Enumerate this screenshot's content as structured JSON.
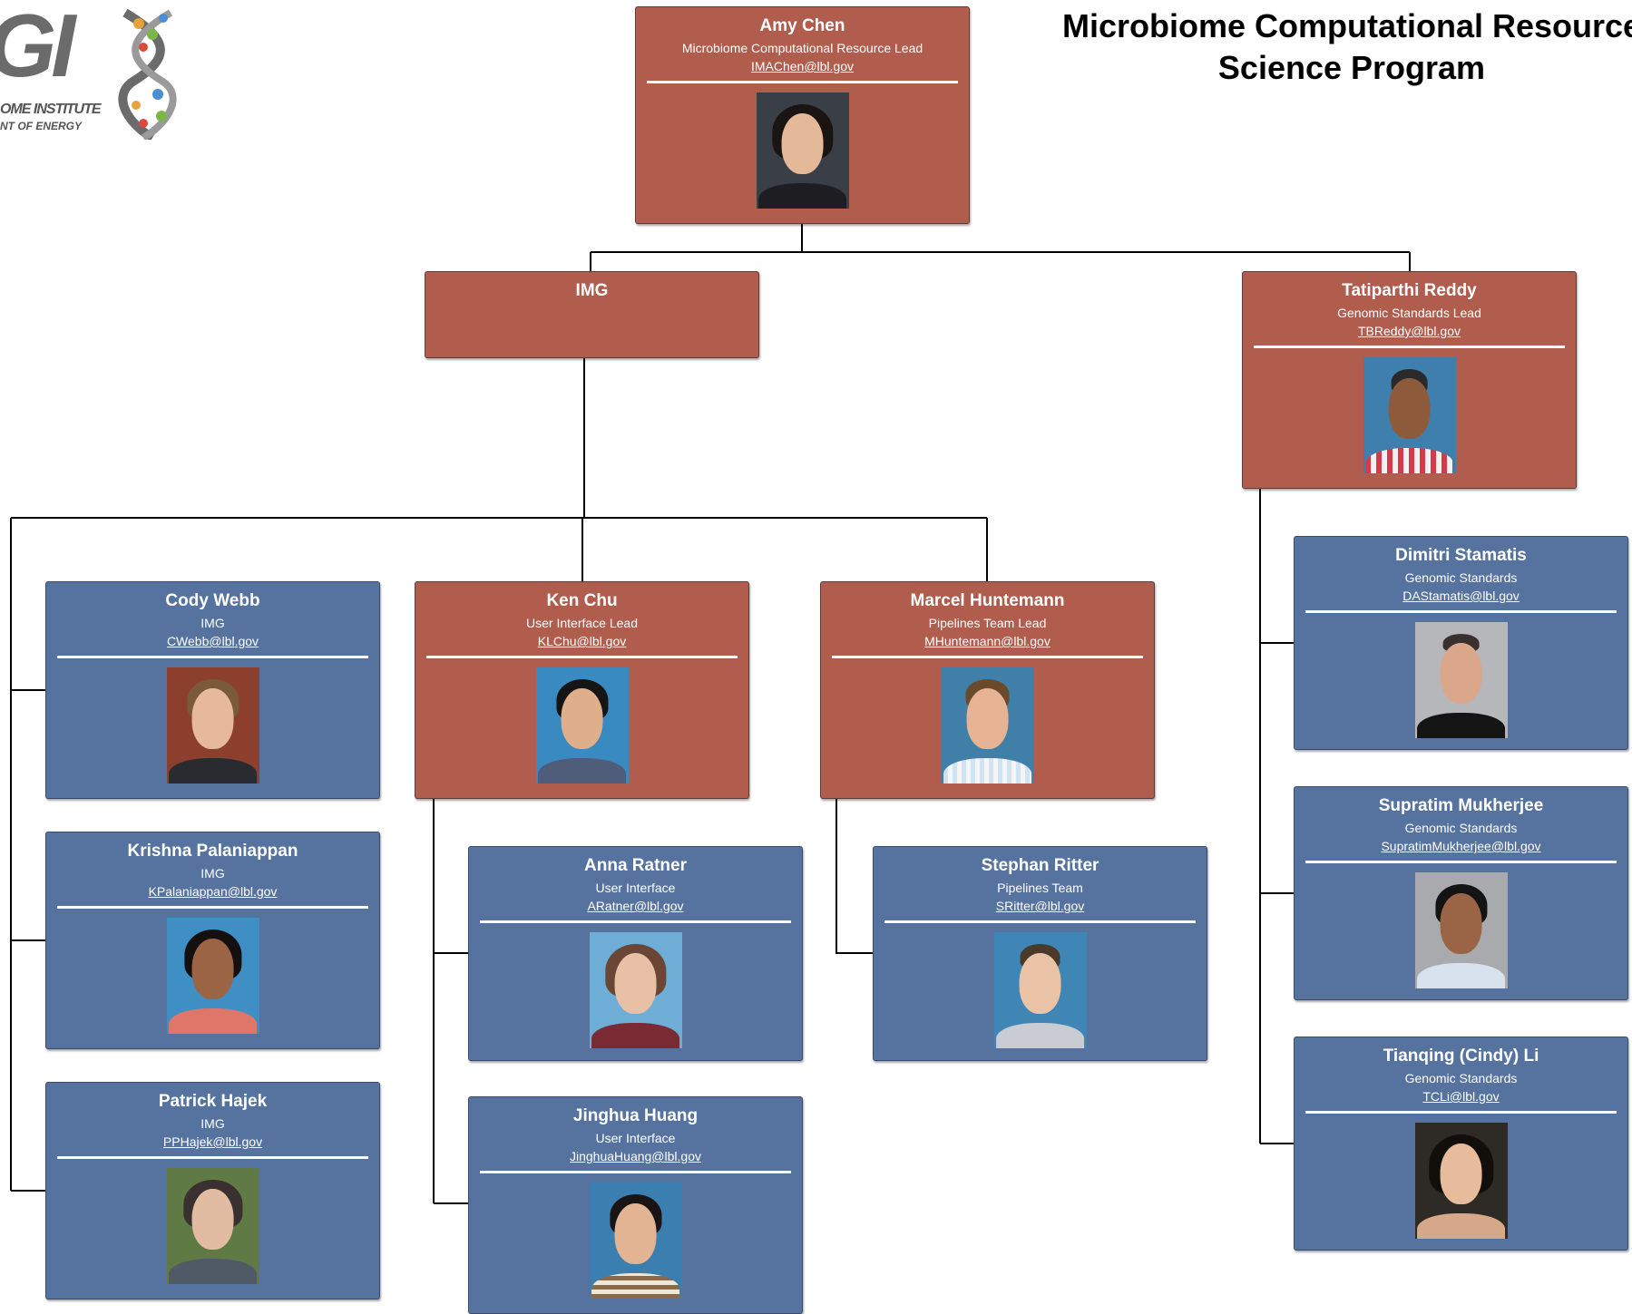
{
  "title": {
    "line1": "Microbiome Computational Resource",
    "line2": "Science Program"
  },
  "logo": {
    "letters": "GI",
    "sub1": "OME INSTITUTE",
    "sub2": "NT OF ENERGY"
  },
  "colors": {
    "lead_box": "#b05d4e",
    "member_box": "#56739f",
    "connector": "#000000"
  },
  "people": {
    "amy": {
      "name": "Amy Chen",
      "role": "Microbiome Computational Resource Lead",
      "email": "IMAChen@lbl.gov"
    },
    "img": {
      "name": "IMG"
    },
    "tatiparthi": {
      "name": "Tatiparthi Reddy",
      "role": "Genomic Standards Lead",
      "email": "TBReddy@lbl.gov"
    },
    "cody": {
      "name": "Cody Webb",
      "role": "IMG",
      "email": "CWebb@lbl.gov"
    },
    "krishna": {
      "name": "Krishna Palaniappan",
      "role": "IMG",
      "email": "KPalaniappan@lbl.gov"
    },
    "patrick": {
      "name": "Patrick Hajek",
      "role": "IMG",
      "email": "PPHajek@lbl.gov"
    },
    "ken": {
      "name": "Ken Chu",
      "role": "User Interface Lead",
      "email": "KLChu@lbl.gov"
    },
    "marcel": {
      "name": "Marcel Huntemann",
      "role": "Pipelines Team Lead",
      "email": "MHuntemann@lbl.gov"
    },
    "anna": {
      "name": "Anna Ratner",
      "role": "User Interface",
      "email": "ARatner@lbl.gov"
    },
    "jinghua": {
      "name": "Jinghua Huang",
      "role": "User Interface",
      "email": "JinghuaHuang@lbl.gov"
    },
    "stephan": {
      "name": "Stephan Ritter",
      "role": "Pipelines Team",
      "email": "SRitter@lbl.gov"
    },
    "dimitri": {
      "name": "Dimitri Stamatis",
      "role": "Genomic Standards",
      "email": "DAStamatis@lbl.gov"
    },
    "supratim": {
      "name": "Supratim Mukherjee",
      "role": "Genomic Standards",
      "email": "SupratimMukherjee@lbl.gov"
    },
    "tianqing": {
      "name": "Tianqing (Cindy) Li",
      "role": "Genomic Standards",
      "email": "TCLi@lbl.gov"
    }
  }
}
